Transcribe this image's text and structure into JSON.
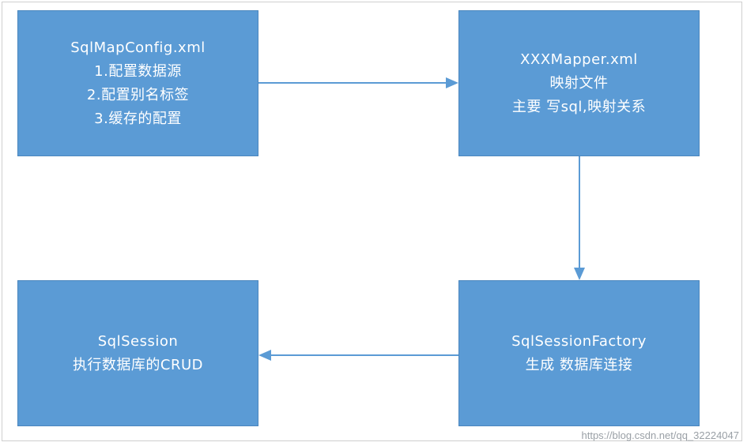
{
  "diagram": {
    "nodes": [
      {
        "id": "config",
        "lines": [
          "SqlMapConfig.xml",
          "1.配置数据源",
          "2.配置别名标签",
          "3.缓存的配置"
        ]
      },
      {
        "id": "mapper",
        "lines": [
          "XXXMapper.xml",
          "映射文件",
          "主要 写sql,映射关系"
        ]
      },
      {
        "id": "factory",
        "lines": [
          "SqlSessionFactory",
          "生成 数据库连接"
        ]
      },
      {
        "id": "session",
        "lines": [
          "SqlSession",
          "执行数据库的CRUD"
        ]
      }
    ],
    "edges": [
      {
        "from": "config",
        "to": "mapper"
      },
      {
        "from": "mapper",
        "to": "factory"
      },
      {
        "from": "factory",
        "to": "session"
      }
    ],
    "colors": {
      "box_fill": "#5b9bd5",
      "box_border": "#4a86be",
      "arrow": "#5b9bd5",
      "text": "#ffffff"
    }
  },
  "watermark": "https://blog.csdn.net/qq_32224047"
}
